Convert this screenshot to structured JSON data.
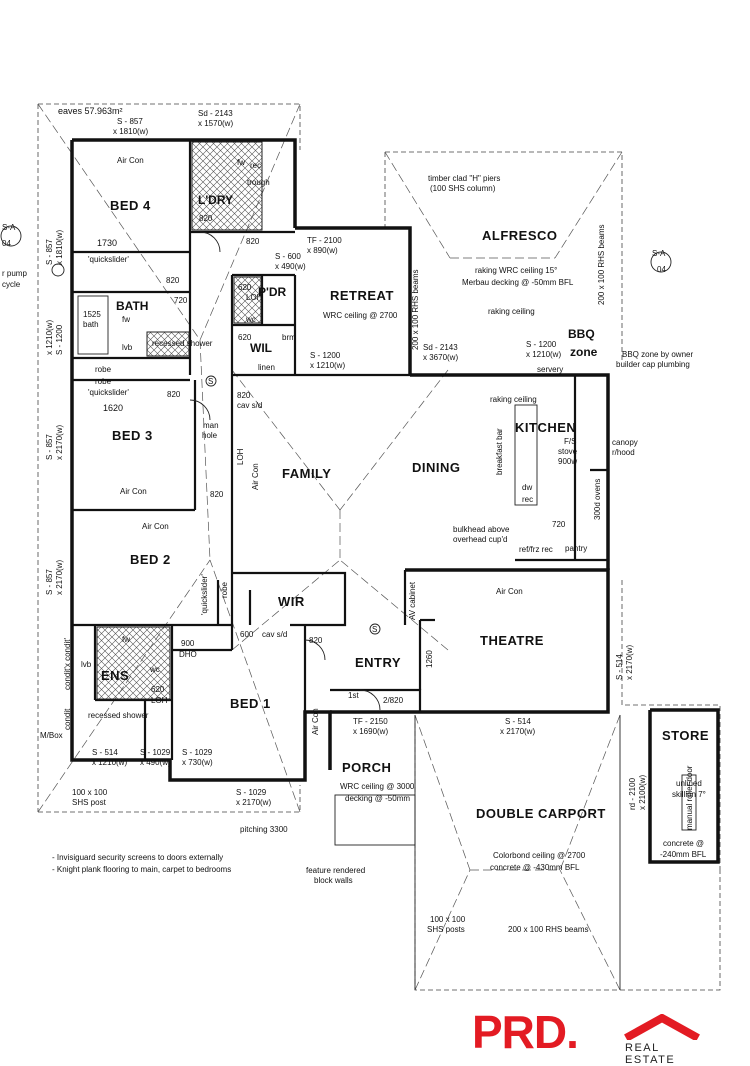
{
  "rooms": {
    "bed4": "BED 4",
    "ldry": "L'DRY",
    "bath": "BATH",
    "pdr": "P'DR",
    "wil": "WIL",
    "retreat": "RETREAT",
    "alfresco": "ALFRESCO",
    "bbq": "BBQ",
    "bbq_zone": "zone",
    "bed3": "BED 3",
    "family": "FAMILY",
    "dining": "DINING",
    "kitchen": "KITCHEN",
    "bed2": "BED 2",
    "wir": "WIR",
    "theatre": "THEATRE",
    "entry": "ENTRY",
    "ens": "ENS",
    "bed1": "BED 1",
    "porch": "PORCH",
    "double_carport": "DOUBLE CARPORT",
    "store": "STORE"
  },
  "notes": {
    "eaves": "eaves 57.963m²",
    "s857_1810_a": "S - 857",
    "s857_1810_b": "x 1810(w)",
    "sd2143_a": "Sd - 2143",
    "sd2143_b": "x 1570(w)",
    "air_con_bed4": "Air Con",
    "n820_ldry": "820",
    "n1730": "1730",
    "quickslider_1": "'quickslider'",
    "tf2100_a": "TF - 2100",
    "tf2100_b": "x 890(w)",
    "s600_a": "S - 600",
    "s600_b": "x 490(w)",
    "n820_a": "820",
    "n820_b": "820",
    "n620_a": "620",
    "n720_a": "720",
    "n620_b": "620",
    "n820_c": "820",
    "bath1525_a": "1525",
    "bath1525_b": "bath",
    "recessed_shower_1": "recessed shower",
    "robe_1": "robe",
    "linen": "linen",
    "brm": "brm",
    "s1200_bath_a": "S - 1200",
    "s1200_bath_b": "x 1210(w)",
    "s857_1810_side_a": "S - 857",
    "s857_1810_side_b": "x 1810(w)",
    "retreat_ceiling": "WRC ceiling @ 2700",
    "timber_piers_a": "timber clad \"H\" piers",
    "timber_piers_b": "(100 SHS column)",
    "raking_wrc": "raking WRC ceiling 15°",
    "merbau": "Merbau decking @ -50mm BFL",
    "raking_ceiling_1": "raking ceiling",
    "beams_200_a": "200 x 100 RHS beams",
    "beams_200_b": "200 x 100 RHS beams",
    "sa04_right": "S-A",
    "sa04_right_num": "04",
    "sa04_left": "S-A",
    "sa04_left_num": "04",
    "pump_a": "r pump",
    "pump_b": "cycle",
    "sd2143_ret_a": "Sd - 2143",
    "sd2143_ret_b": "x 3670(w)",
    "s1200_ret_a": "S - 1200",
    "s1200_ret_b": "x 1210(w)",
    "s1200_bbq_a": "S - 1200",
    "s1200_bbq_b": "x 1210(w)",
    "servery": "servery",
    "bbq_owner_a": "BBQ zone by owner",
    "bbq_owner_b": "builder cap plumbing",
    "robe_2": "robe",
    "quickslider_2": "'quickslider'",
    "n1620": "1620",
    "n820_bed3": "820",
    "cav_sd_1": "cav s/d",
    "n820_cav": "820",
    "man_hole_a": "man",
    "man_hole_b": "hole",
    "lo": "LOH",
    "s857_2170_a": "S - 857",
    "s857_2170_b": "x 2170(w)",
    "air_con_bed3": "Air Con",
    "air_con_bed2": "Air Con",
    "n820_bed2": "820",
    "air_con_family": "Air Con",
    "raking_ceiling_2": "raking ceiling",
    "breakfast_bar": "breakfast bar",
    "fs_stove_a": "F/S",
    "fs_stove_b": "stove",
    "fs_stove_c": "900w",
    "dw": "dw",
    "rec": "rec",
    "ovens": "300d ovens",
    "canopy_a": "canopy",
    "canopy_b": "r/hood",
    "bulkhead_a": "bulkhead above",
    "bulkhead_b": "overhead cup'd",
    "n720_kit": "720",
    "pantry": "pantry",
    "fridge": "ref/frz rec",
    "s857_2170_bed2_a": "S - 857",
    "s857_2170_bed2_b": "x 2170(w)",
    "quickslider_3": "'quickslider'",
    "robe_3": "robe",
    "av_cabinet": "AV cabinet",
    "air_con_theatre": "Air Con",
    "s514_theatre_a": "S - 514",
    "s514_theatre_b": "x 2170(w)",
    "n600": "600",
    "cav_sd_2": "cav s/d",
    "n820_wir": "820",
    "n900_dho_a": "900",
    "n900_dho_b": "DHO",
    "n1260": "1260",
    "first": "1st",
    "second": "2/820",
    "tf2150_a": "TF - 2150",
    "tf2150_b": "x 1690(w)",
    "condit_1": "condit'x condit'",
    "lvb": "lvb",
    "wc_ens": "wc",
    "wc_pdr": "wc",
    "n620_ens": "620",
    "lo_ens": "LOH",
    "recessed_shower_2": "recessed shower",
    "condit_2": "condit",
    "mbox": "M/Box",
    "s514_ens_a": "S - 514",
    "s514_ens_b": "x 1210(w)",
    "s1029_ens_a": "S - 1029",
    "s1029_ens_b": "x 490(w)",
    "s1029_bed1_a": "S - 1029",
    "s1029_bed1_b": "x 730(w)",
    "air_con_bed1": "Air Con",
    "shs_post_a": "100 x 100",
    "shs_post_b": "SHS post",
    "s1029_bed1_front_a": "S - 1029",
    "s1029_bed1_front_b": "x 2170(w)",
    "porch_ceiling": "WRC ceiling @ 3000",
    "porch_decking": "decking @ -50mm",
    "pitching": "pitching 3300",
    "s514_carport_a": "S - 514",
    "s514_carport_b": "x 2170(w)",
    "colorbond": "Colorbond ceiling @ 2700",
    "concrete_carport": "concrete @ -430mm BFL",
    "rd2100_a": "rd - 2100",
    "rd2100_b": "x 2100(w)",
    "manual_roller": "manual roller door",
    "unlined_a": "unlined",
    "unlined_b": "skillion 7°",
    "concrete_store_a": "concrete @",
    "concrete_store_b": "-240mm BFL",
    "feature_walls_a": "feature rendered",
    "feature_walls_b": "block walls",
    "shs_posts_a": "100 x 100",
    "shs_posts_b": "SHS posts",
    "beams_carport": "200 x 100 RHS beams",
    "bullet_1": "- Invisiguard security screens to doors externally",
    "bullet_2": "- Knight plank flooring to main, carpet to bedrooms",
    "fw": "fw",
    "trough": "trough",
    "rec_ldry": "rec",
    "lvb_bath": "lvb",
    "fw_bath": "fw",
    "fw_ens": "fw",
    "s_marker_1": "S",
    "s_marker_2": "S"
  },
  "logo": {
    "brand": "PRD",
    "dot": ".",
    "tagline": "REAL ESTATE"
  },
  "colors": {
    "brand_red": "#e31b23",
    "line": "#111111"
  }
}
